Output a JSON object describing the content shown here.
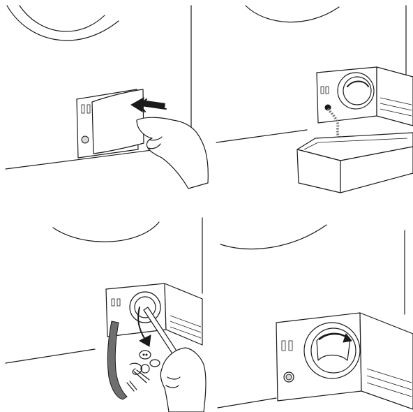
{
  "figure": {
    "panels": [
      {
        "id": "open-cover",
        "icons": [
          "hand-icon",
          "arrow-left-icon"
        ]
      },
      {
        "id": "drain-water",
        "icons": [
          "hose-icon",
          "water-stream-icon",
          "tray-icon"
        ]
      },
      {
        "id": "remove-filter",
        "icons": [
          "hand-icon",
          "curved-arrow-icon",
          "clip-icons"
        ]
      },
      {
        "id": "close-filter",
        "icons": [
          "filter-cap-icon",
          "arrow-icon"
        ]
      }
    ],
    "colors": {
      "line": "#1a1a1a",
      "background": "#ffffff",
      "hose": "#6e6e6e"
    }
  }
}
